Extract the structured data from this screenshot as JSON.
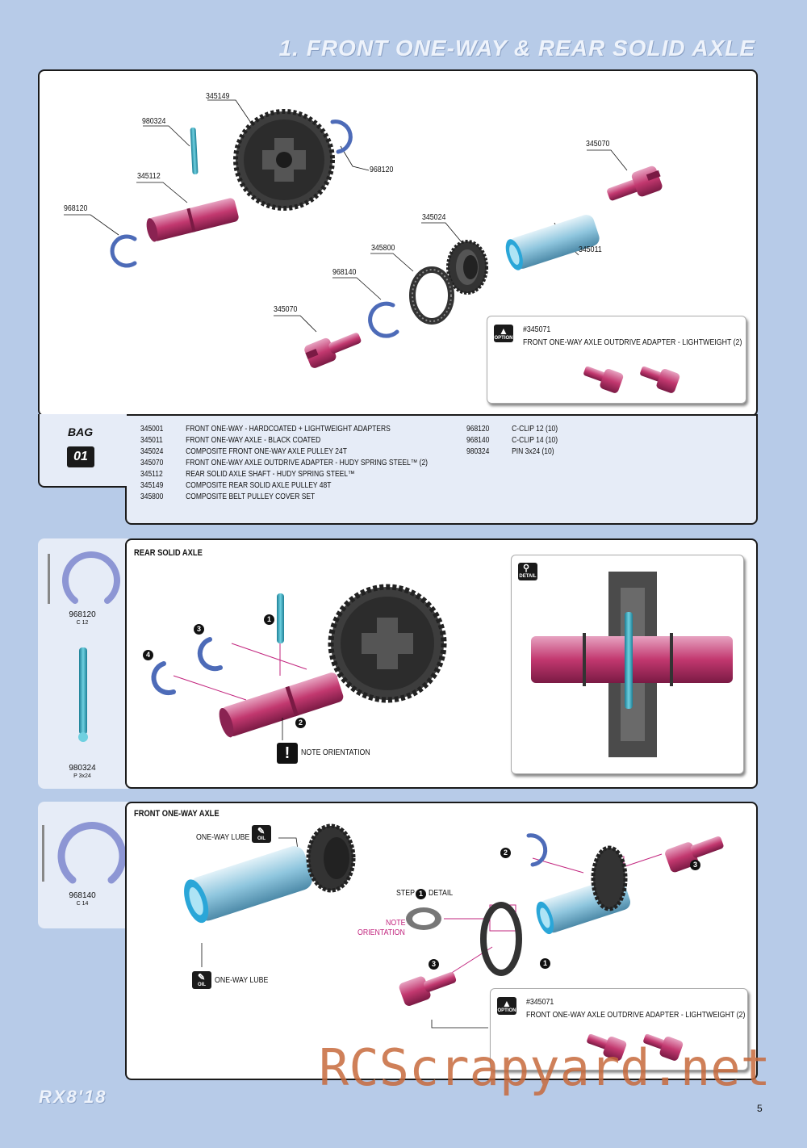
{
  "page": {
    "title": "1. FRONT ONE-WAY & REAR SOLID AXLE",
    "page_number": "5",
    "brand": "RX8'18",
    "watermark": "RCScrapyard.net"
  },
  "exploded_labels": {
    "l345149": "345149",
    "l980324": "980324",
    "l968120a": "968120",
    "l345070a": "345070",
    "l345112": "345112",
    "l968120b": "968120",
    "l345024": "345024",
    "l345011": "345011",
    "l345800": "345800",
    "l968140": "968140",
    "l345070b": "345070"
  },
  "option1": {
    "badge": "OPTION",
    "part": "#345071",
    "desc": "FRONT ONE-WAY AXLE OUTDRIVE ADAPTER - LIGHTWEIGHT (2)"
  },
  "bag": {
    "label": "BAG",
    "number": "01"
  },
  "parts_left": [
    {
      "code": "345001",
      "desc": "FRONT ONE-WAY - HARDCOATED + LIGHTWEIGHT ADAPTERS"
    },
    {
      "code": "345011",
      "desc": "FRONT ONE-WAY AXLE - BLACK COATED"
    },
    {
      "code": "345024",
      "desc": "COMPOSITE FRONT ONE-WAY AXLE PULLEY 24T"
    },
    {
      "code": "345070",
      "desc": "FRONT ONE-WAY AXLE OUTDRIVE ADAPTER - HUDY SPRING STEEL™ (2)"
    },
    {
      "code": "345112",
      "desc": "REAR SOLID AXLE SHAFT - HUDY SPRING STEEL™"
    },
    {
      "code": "345149",
      "desc": "COMPOSITE REAR SOLID AXLE PULLEY 48T"
    },
    {
      "code": "345800",
      "desc": "COMPOSITE BELT PULLEY COVER SET"
    }
  ],
  "parts_right": [
    {
      "code": "968120",
      "desc": "C-CLIP 12 (10)"
    },
    {
      "code": "968140",
      "desc": "C-CLIP 14 (10)"
    },
    {
      "code": "980324",
      "desc": "PIN 3x24 (10)"
    }
  ],
  "side1": {
    "clip_code": "968120",
    "clip_sub": "C 12",
    "pin_code": "980324",
    "pin_sub": "P 3x24"
  },
  "rear": {
    "heading": "REAR SOLID AXLE",
    "steps": [
      "1",
      "2",
      "3",
      "4"
    ],
    "note": "NOTE ORIENTATION",
    "detail_badge": "DETAIL"
  },
  "side2": {
    "clip_code": "968140",
    "clip_sub": "C 14"
  },
  "front": {
    "heading": "FRONT ONE-WAY AXLE",
    "lube_top": "ONE-WAY LUBE",
    "lube_bottom": "ONE-WAY LUBE",
    "oil_badge": "OIL",
    "step_prefix": "STEP",
    "step_suffix": "DETAIL",
    "step_num": "1",
    "note_line1": "NOTE",
    "note_line2": "ORIENTATION",
    "steps": [
      "1",
      "2",
      "3",
      "3"
    ]
  },
  "option2": {
    "badge": "OPTION",
    "part": "#345071",
    "desc": "FRONT ONE-WAY AXLE OUTDRIVE ADAPTER - LIGHTWEIGHT (2)"
  },
  "colors": {
    "background": "#b7cbe8",
    "magenta_part": "#c2386f",
    "blue_clip": "#4d6bb8",
    "cyan_pin": "#2fa0b8",
    "axle_blue": "#8fc6de",
    "dark_gear": "#3a3a3a",
    "note_text": "#c2257e"
  }
}
